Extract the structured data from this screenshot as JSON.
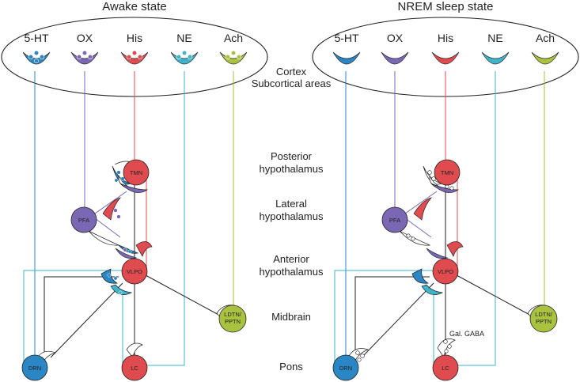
{
  "panels": [
    {
      "id": "awake",
      "title": "Awake state"
    },
    {
      "id": "nrem",
      "title": "NREM sleep state"
    }
  ],
  "neurotransmitters": [
    "5-HT",
    "OX",
    "His",
    "NE",
    "Ach"
  ],
  "regions": {
    "cortex": "Cortex",
    "subcortical": "Subcortical areas",
    "posterior": [
      "Posterior",
      "hypothalamus"
    ],
    "lateral": [
      "Lateral",
      "hypothalamus"
    ],
    "anterior": [
      "Anterior",
      "hypothalamus"
    ],
    "midbrain": "Midbrain",
    "pons": "Pons"
  },
  "nodes": {
    "tmn": "TMN",
    "pfa": "PFA",
    "vlpo": "VLPO",
    "ldtn": [
      "LDTN/",
      "PPTN"
    ],
    "drn": "DRN",
    "lc": "LC"
  },
  "annotations": {
    "gal_gaba": "Gal. GABA"
  },
  "colors": {
    "5-HT": "#2b86c5",
    "OX": "#7b68b5",
    "His": "#e04b4f",
    "NE": "#3fb3c8",
    "Ach": "#a9c23f"
  }
}
